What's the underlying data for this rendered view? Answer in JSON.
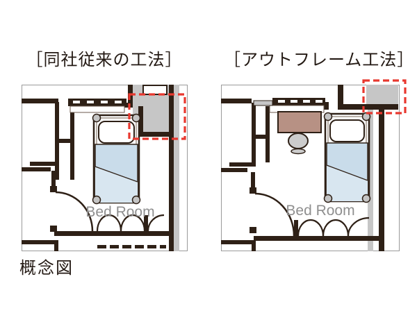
{
  "caption": "概念図",
  "panels": [
    {
      "title": "［同社従来の工法］",
      "room_label": "Bed Room"
    },
    {
      "title": "［アウトフレーム工法］",
      "room_label": "Bed Room"
    }
  ],
  "colors": {
    "wall": "#2e2016",
    "plan_border": "#9a9a9a",
    "concrete_gray": "#c6c6c6",
    "blanket_top": "#c9dcea",
    "blanket_bottom": "#d8e6f0",
    "pillow": "#ffffff",
    "desk": "#b79184",
    "chair": "#cccccc",
    "bed_post": "#c4c4c4",
    "highlight_red": "#e8382f",
    "room_label_gray": "#8f8f8f",
    "title_text": "#241a14"
  }
}
